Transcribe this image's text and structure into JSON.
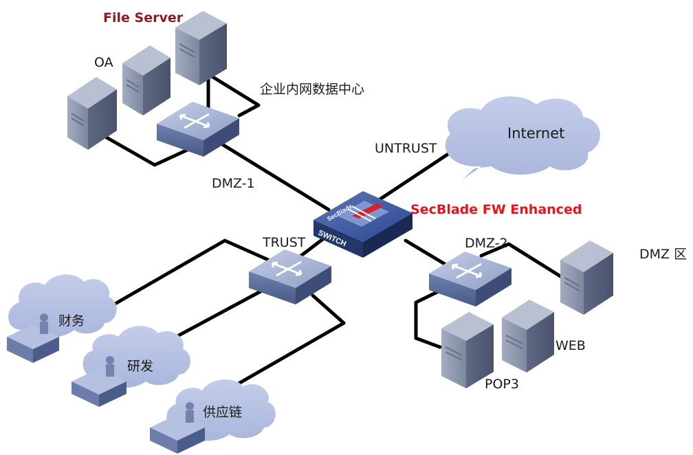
{
  "labels": {
    "file_server": "File Server",
    "oa": "OA",
    "datacenter": "企业内网数据中心",
    "internet": "Internet",
    "untrust": "UNTRUST",
    "dmz1": "DMZ-1",
    "firewall_name": "SecBlade FW Enhanced",
    "trust": "TRUST",
    "dmz2": "DMZ-2",
    "dmz_zone": "DMZ 区",
    "finance": "财务",
    "rnd": "研发",
    "supply_chain": "供应链",
    "web": "WEB",
    "pop3": "POP3",
    "device_switch": "SWITCH",
    "device_secblade": "SecBlade"
  },
  "colors": {
    "cloud": "#b1bde0",
    "device_top": "#a4b2d4",
    "device_side": "#5d6e9e",
    "server_front": "#8f99b0",
    "red_label": "#e8141c",
    "file_server_label": "#8e1b1b",
    "link": "#000000"
  }
}
